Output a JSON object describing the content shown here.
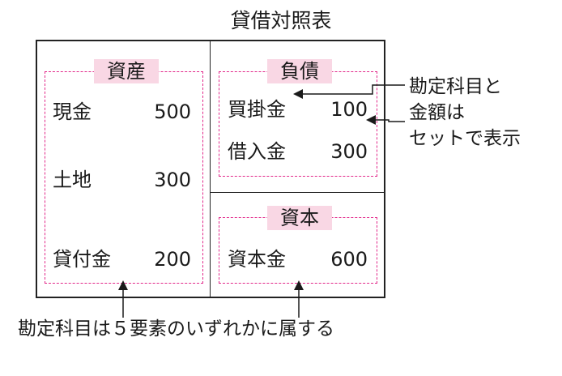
{
  "title": "貸借対照表",
  "assets": {
    "label": "資産",
    "items": [
      {
        "name": "現金",
        "value": "500"
      },
      {
        "name": "土地",
        "value": "300"
      },
      {
        "name": "貸付金",
        "value": "200"
      }
    ]
  },
  "liabilities": {
    "label": "負債",
    "items": [
      {
        "name": "買掛金",
        "value": "100"
      },
      {
        "name": "借入金",
        "value": "300"
      }
    ]
  },
  "capital": {
    "label": "資本",
    "items": [
      {
        "name": "資本金",
        "value": "600"
      }
    ]
  },
  "annotations": {
    "right_lines": [
      "勘定科目と",
      "金額は",
      "セットで表示"
    ],
    "bottom": "勘定科目は５要素のいずれかに属する"
  },
  "colors": {
    "accent": "#e2288a",
    "label_bg": "#f9d7e4",
    "line": "#222222"
  }
}
